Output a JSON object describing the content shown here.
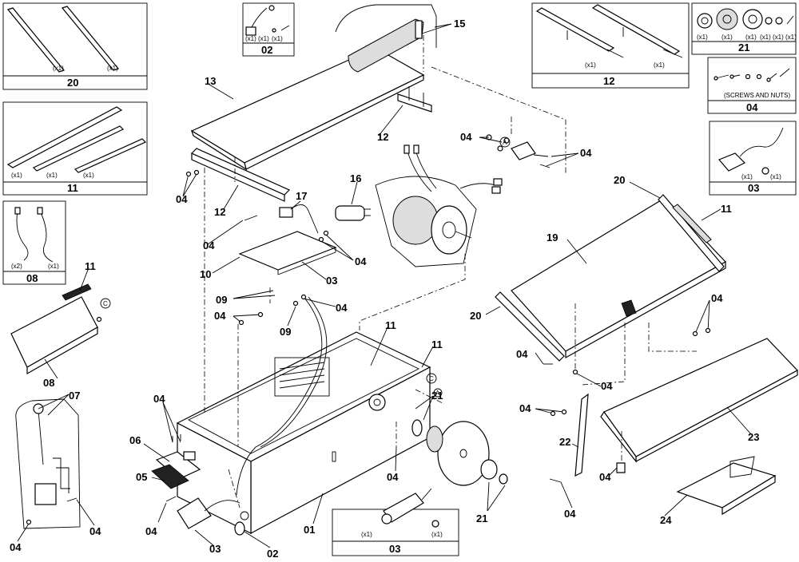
{
  "callouts": {
    "c20a": "20",
    "c02box": "02",
    "c15": "15",
    "c12box": "12",
    "c21box": "21",
    "c13": "13",
    "c04box": "04",
    "c12a": "12",
    "c11box": "11",
    "c04a": "04",
    "c16": "16",
    "c04b": "04",
    "c04c": "04",
    "c03box": "03",
    "c20b": "20",
    "c11a": "11",
    "c17": "17",
    "c12b": "12",
    "c04d": "04",
    "c04e": "04",
    "c10": "10",
    "c03a": "03",
    "c08box": "08",
    "c19": "19",
    "c11b": "11",
    "c09a": "09",
    "c04f": "04",
    "c04g": "04",
    "c09b": "09",
    "c20c": "20",
    "c04h": "04",
    "c11c": "11",
    "c11d": "11",
    "c04i": "04",
    "c08": "08",
    "c04j": "04",
    "c07": "07",
    "c04k": "04",
    "c21a": "21",
    "c04l": "04",
    "c06": "06",
    "c22": "22",
    "c23": "23",
    "c05": "05",
    "c04m": "04",
    "c04n": "04",
    "c04o": "04",
    "c04p": "04",
    "c21b": "21",
    "c04q": "04",
    "c01": "01",
    "c24": "24",
    "c03b": "03",
    "c02": "02",
    "c04r": "04",
    "c03c": "03"
  },
  "qty": {
    "x1": "(x1)",
    "x2": "(x2)"
  },
  "box_text": {
    "screws_nuts": "(SCREWS AND NUTS)"
  },
  "markers": {
    "A": "A",
    "C": "C"
  }
}
